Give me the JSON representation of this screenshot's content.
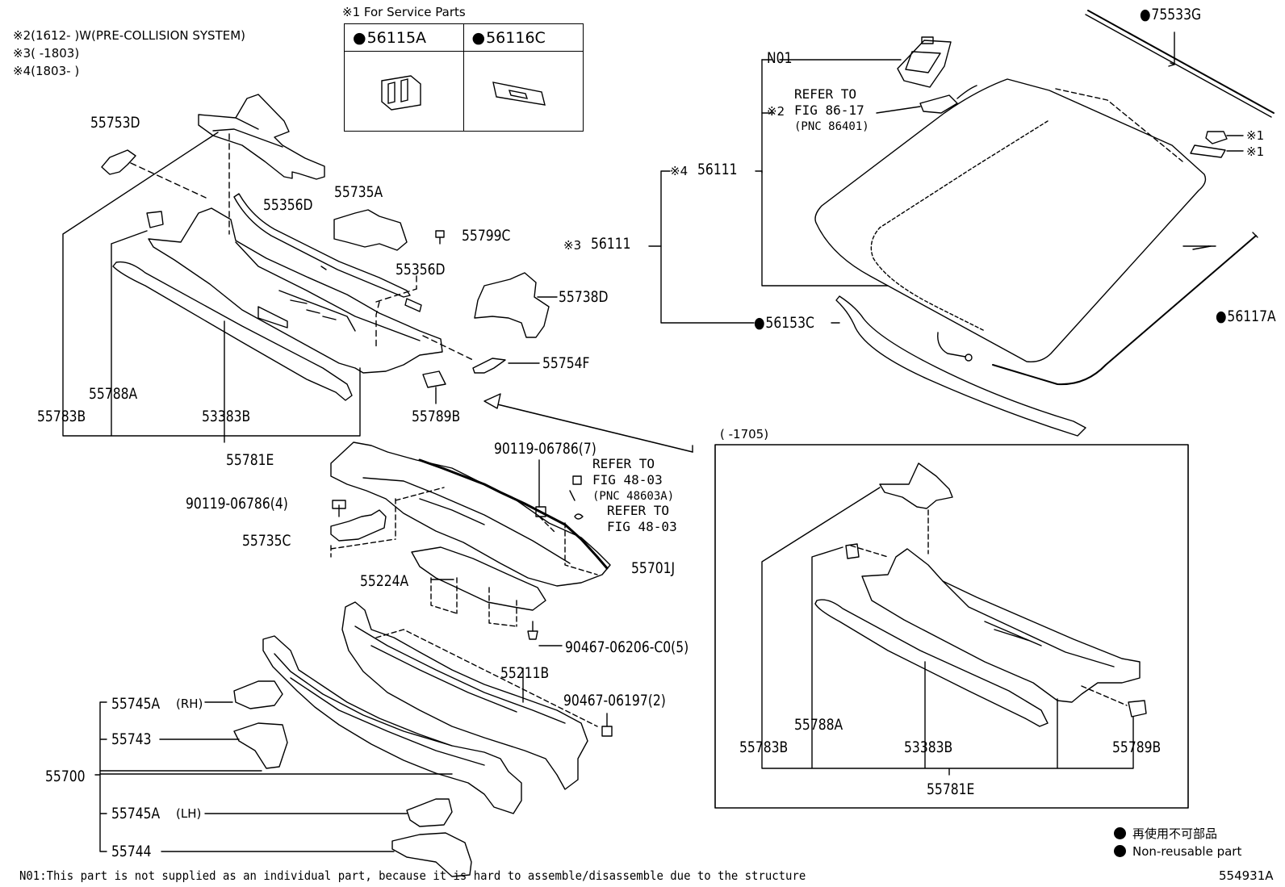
{
  "notes": {
    "n2": "※2(1612-     )W(PRE-COLLISION SYSTEM)",
    "n3": "※3(     -1803)",
    "n4": "※4(1803-     )",
    "service_title": "※1 For Service Parts",
    "service_col1": "56115A",
    "service_col2": "56116C",
    "inset_title": "(     -1705)",
    "footer": "N01:This part is not supplied as an individual part, because it is hard to assemble/disassemble due to the structure",
    "figure_id": "554931A"
  },
  "legend": {
    "jp": "再使用不可部品",
    "en": "Non-reusable part"
  },
  "refs": {
    "r1_a": "REFER TO",
    "r1_b": "FIG 86-17",
    "r1_c": "(PNC 86401)",
    "r2_a": "REFER TO",
    "r2_b": "FIG 48-03",
    "r2_c": "(PNC 48603A)",
    "r3_a": "REFER TO",
    "r3_b": "FIG 48-03"
  },
  "parts": {
    "p55753D": "55753D",
    "p55356D_a": "55356D",
    "p55735A": "55735A",
    "p55799C": "55799C",
    "p55356D_b": "55356D",
    "p55738D": "55738D",
    "p55754F": "55754F",
    "p55788A": "55788A",
    "p55783B": "55783B",
    "p53383B": "53383B",
    "p55789B": "55789B",
    "p55781E": "55781E",
    "p9011906786_7": "90119-06786(7)",
    "p9011906786_4": "90119-06786(4)",
    "p55735C": "55735C",
    "p55701J": "55701J",
    "p55224A": "55224A",
    "p9046706206": "90467-06206-C0(5)",
    "p55211B": "55211B",
    "p9046706197": "90467-06197(2)",
    "p55745A_rh": "55745A",
    "rh": "(RH)",
    "p55743": "55743",
    "p55700": "55700",
    "p55745A_lh": "55745A",
    "lh": "(LH)",
    "p55744": "55744",
    "pN01": "N01",
    "p75533G": "75533G",
    "p56111_4": "56111",
    "mark4": "※4",
    "p56111_3": "56111",
    "mark3": "※3",
    "mark2": "※2",
    "p56153C": "56153C",
    "p56117A": "56117A",
    "mark1a": "※1",
    "mark1b": "※1",
    "in_55788A": "55788A",
    "in_55783B": "55783B",
    "in_53383B": "53383B",
    "in_55789B": "55789B",
    "in_55781E": "55781E"
  }
}
